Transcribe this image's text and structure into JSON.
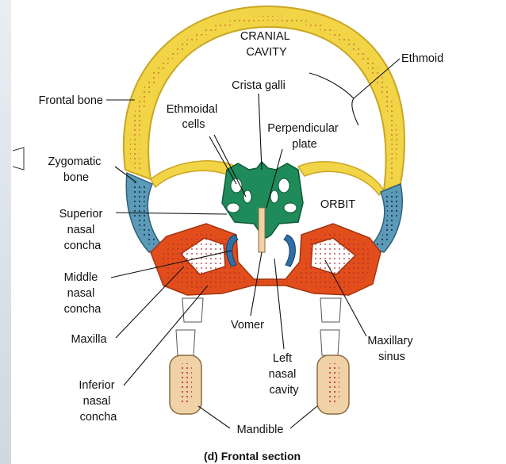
{
  "colors": {
    "frontal_bone": "#f2d447",
    "frontal_outline": "#c9a623",
    "ethmoid": "#1f8a5a",
    "zygomatic": "#5b9bb8",
    "maxilla": "#e24e1b",
    "mandible": "#f1d1a6",
    "marrow": "#b3262c",
    "concha_inferior": "#2f6fa8"
  },
  "labels": {
    "cranial_cavity": [
      "CRANIAL",
      "CAVITY"
    ],
    "ethmoid": "Ethmoid",
    "crista_galli": "Crista galli",
    "frontal_bone": "Frontal bone",
    "ethmoidal_cells": [
      "Ethmoidal",
      "cells"
    ],
    "perpendicular_plate": [
      "Perpendicular",
      "plate"
    ],
    "zygomatic_bone": [
      "Zygomatic",
      "bone"
    ],
    "orbit": "ORBIT",
    "superior_nasal_concha": [
      "Superior",
      "nasal",
      "concha"
    ],
    "middle_nasal_concha": [
      "Middle",
      "nasal",
      "concha"
    ],
    "maxilla": "Maxilla",
    "vomer": "Vomer",
    "left_nasal_cavity": [
      "Left",
      "nasal",
      "cavity"
    ],
    "maxillary_sinus": [
      "Maxillary",
      "sinus"
    ],
    "inferior_nasal_concha": [
      "Inferior",
      "nasal",
      "concha"
    ],
    "mandible": "Mandible"
  },
  "caption": "(d) Frontal section"
}
